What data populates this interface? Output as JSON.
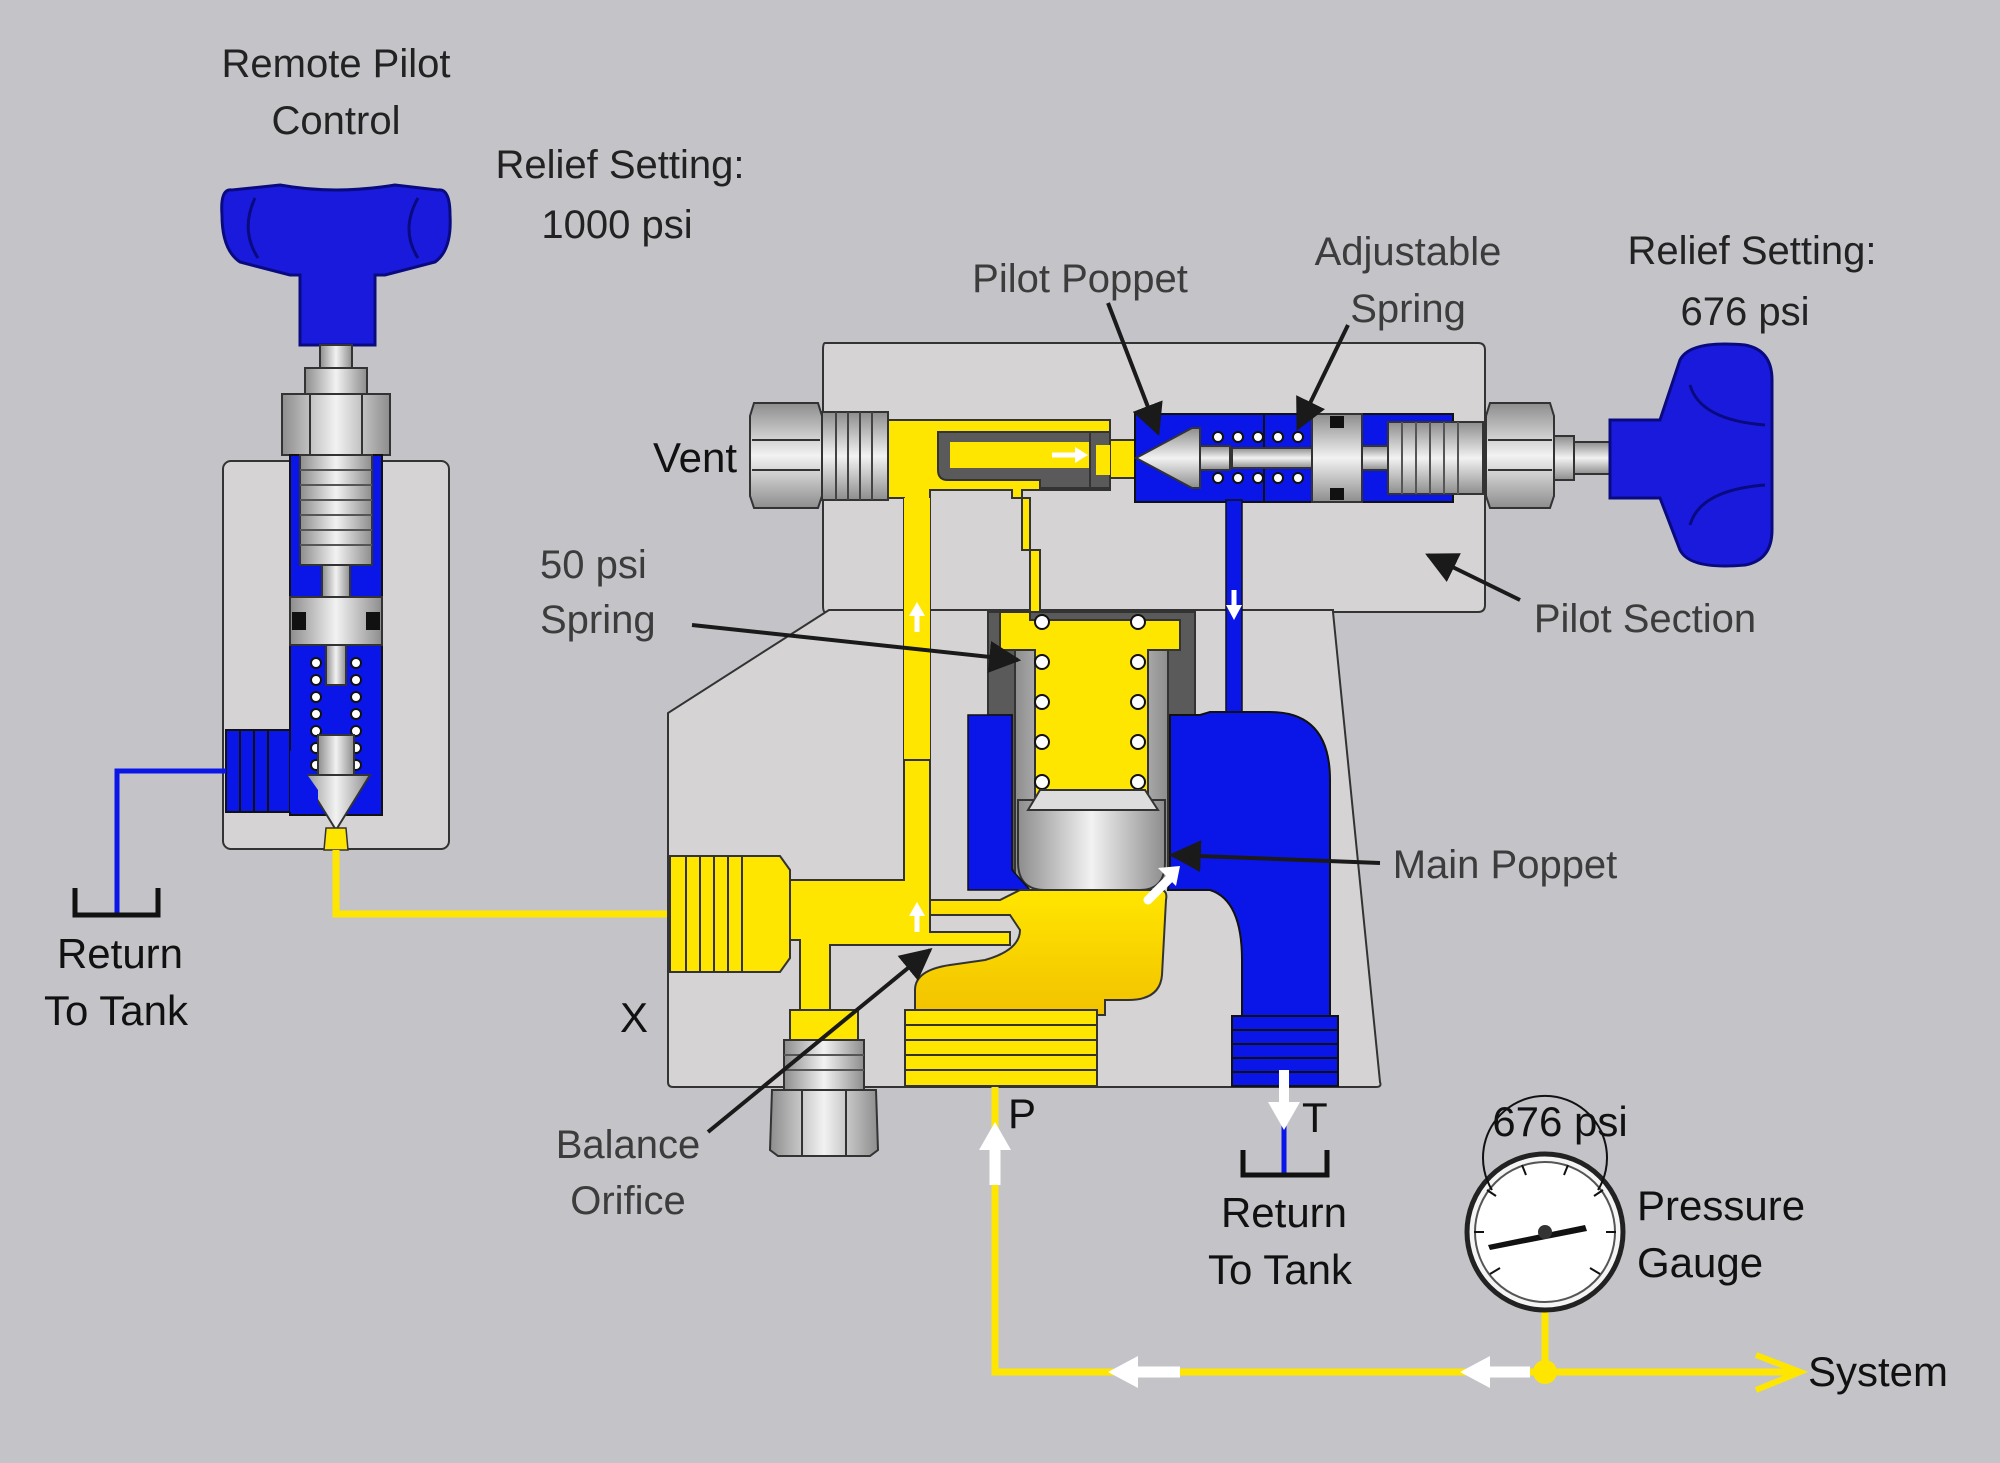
{
  "colors": {
    "background": "#c4c4c8",
    "body": "#d6d3d4",
    "pressure_oil": "#ffe600",
    "tank_oil": "#0a16e8",
    "knob": "#1a1adc",
    "metal": "#c8c8c8"
  },
  "labels": {
    "remote_pilot_line1": "Remote Pilot",
    "remote_pilot_line2": "Control",
    "relief_remote_line1": "Relief Setting:",
    "relief_remote_line2": "1000 psi",
    "pilot_poppet": "Pilot Poppet",
    "adjustable_spring_line1": "Adjustable",
    "adjustable_spring_line2": "Spring",
    "relief_main_line1": "Relief Setting:",
    "relief_main_line2": "676 psi",
    "vent": "Vent",
    "spring50_line1": "50 psi",
    "spring50_line2": "Spring",
    "pilot_section": "Pilot Section",
    "main_poppet": "Main Poppet",
    "return_left_line1": "Return",
    "return_left_line2": "To Tank",
    "port_x": "X",
    "port_p": "P",
    "port_t": "T",
    "balance_orifice_line1": "Balance",
    "balance_orifice_line2": "Orifice",
    "return_right_line1": "Return",
    "return_right_line2": "To Tank",
    "gauge_value": "676 psi",
    "pressure_gauge_line1": "Pressure",
    "pressure_gauge_line2": "Gauge",
    "system": "System"
  },
  "gauge": {
    "reading_psi": 676
  },
  "icons": [
    "remote-knob-icon",
    "main-knob-icon",
    "gauge-icon",
    "tank-symbol-icon"
  ]
}
